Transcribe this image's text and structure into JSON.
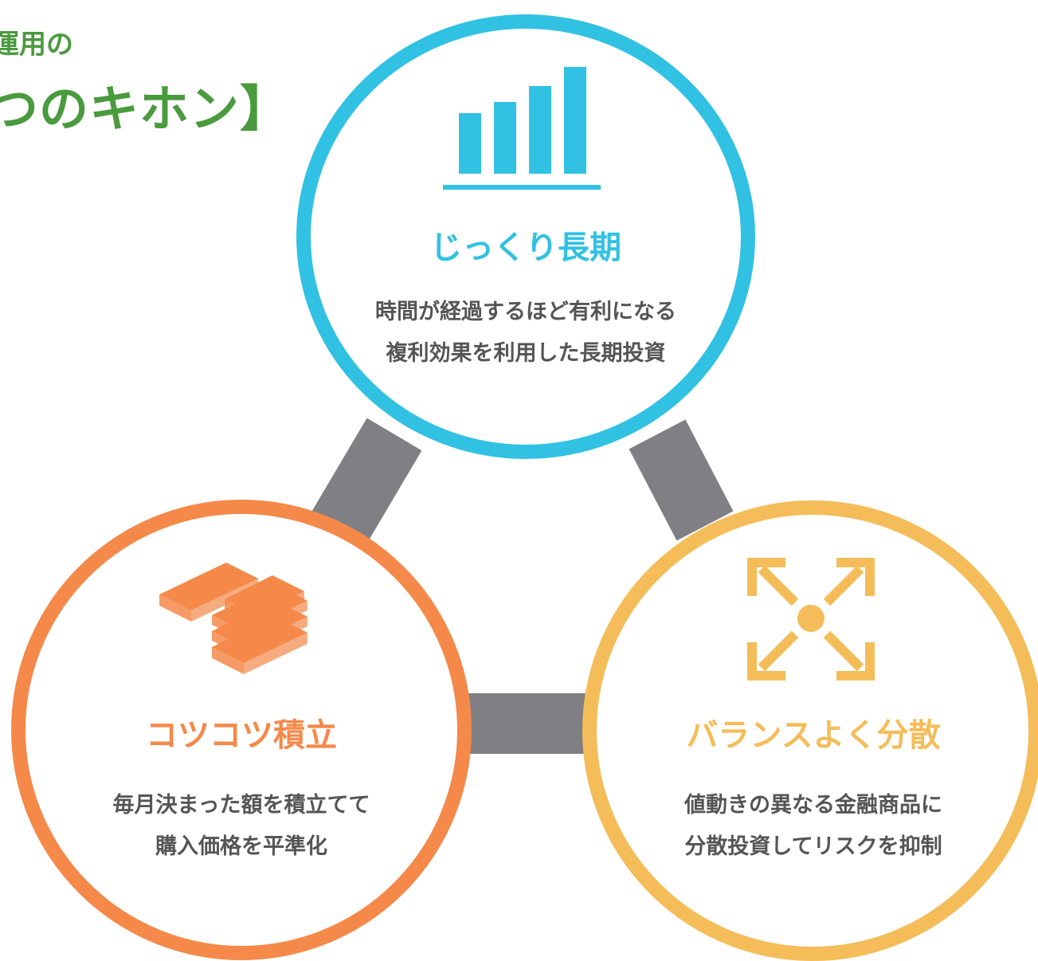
{
  "title": {
    "line1": "運用の",
    "line2": "つのキホン】"
  },
  "colors": {
    "title_green": "#4a9a3e",
    "connector_gray": "#808084",
    "long_term_blue": "#31c1e3",
    "savings_orange": "#f4894a",
    "diversify_yellow": "#f4bd59",
    "text_gray": "#555555"
  },
  "nodes": [
    {
      "id": "long-term",
      "icon": "bar-chart-icon",
      "heading": "じっくり長期",
      "lines": [
        "時間が経過するほど有利になる",
        "複利効果を利用した長期投資"
      ]
    },
    {
      "id": "savings",
      "icon": "stacked-coins-icon",
      "heading": "コツコツ積立",
      "lines": [
        "毎月決まった額を積立てて",
        "購入価格を平準化"
      ]
    },
    {
      "id": "diversify",
      "icon": "expand-arrows-icon",
      "heading": "バランスよく分散",
      "lines": [
        "値動きの異なる金融商品に",
        "分散投資してリスクを抑制"
      ]
    }
  ]
}
